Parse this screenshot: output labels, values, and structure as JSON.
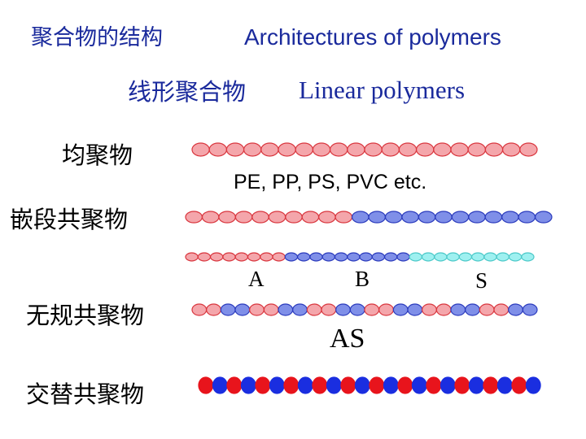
{
  "title": {
    "cn": "聚合物的结构",
    "en": "Architectures of polymers"
  },
  "subtitle": {
    "cn": "线形聚合物",
    "en": "Linear polymers"
  },
  "categories": {
    "homopolymer": "均聚物",
    "block": "嵌段共聚物",
    "random": "无规共聚物",
    "alternating": "交替共聚物"
  },
  "examples": "PE, PP, PS, PVC etc.",
  "monomer_labels": {
    "a": "A",
    "b": "B",
    "s": "S",
    "as": "AS"
  },
  "colors": {
    "title": "#1a2a9c",
    "pink_fill": "#f4a6ab",
    "pink_stroke": "#d9363e",
    "blue_fill": "#7f8fe8",
    "blue_stroke": "#2b3bbd",
    "cyan_fill": "#9ef0f0",
    "cyan_stroke": "#4cc9c9",
    "red_solid": "#e8141c",
    "blue_solid": "#1a2ee0"
  },
  "chains": [
    {
      "name": "homopolymer-chain",
      "sequence": [
        "A",
        "A",
        "A",
        "A",
        "A",
        "A",
        "A",
        "A",
        "A",
        "A",
        "A",
        "A",
        "A",
        "A",
        "A",
        "A",
        "A",
        "A",
        "A",
        "A"
      ]
    },
    {
      "name": "block-copolymer-chain",
      "sequence": [
        "A",
        "A",
        "A",
        "A",
        "A",
        "A",
        "A",
        "A",
        "A",
        "A",
        "B",
        "B",
        "B",
        "B",
        "B",
        "B",
        "B",
        "B",
        "B",
        "B",
        "B",
        "B"
      ]
    },
    {
      "name": "ternary-block-chain",
      "sequence": [
        "A",
        "A",
        "A",
        "A",
        "A",
        "A",
        "A",
        "A",
        "B",
        "B",
        "B",
        "B",
        "B",
        "B",
        "B",
        "B",
        "B",
        "B",
        "S",
        "S",
        "S",
        "S",
        "S",
        "S",
        "S",
        "S",
        "S",
        "S"
      ]
    },
    {
      "name": "random-copolymer-chain",
      "sequence": [
        "A",
        "A",
        "B",
        "B",
        "A",
        "A",
        "B",
        "B",
        "A",
        "A",
        "B",
        "B",
        "A",
        "A",
        "B",
        "B",
        "A",
        "A",
        "B",
        "B",
        "A",
        "A",
        "B",
        "B"
      ]
    },
    {
      "name": "alternating-copolymer-chain",
      "sequence": [
        "R",
        "U",
        "R",
        "U",
        "R",
        "U",
        "R",
        "U",
        "R",
        "U",
        "R",
        "U",
        "R",
        "U",
        "R",
        "U",
        "R",
        "U",
        "R",
        "U",
        "R",
        "U",
        "R",
        "U"
      ]
    }
  ]
}
